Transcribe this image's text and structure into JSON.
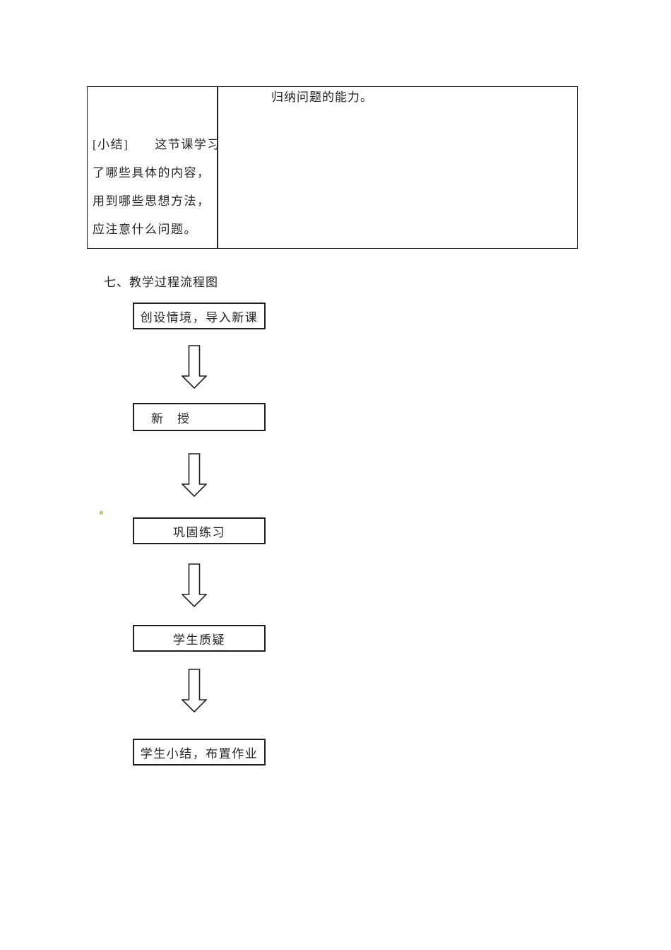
{
  "summary_table": {
    "left_cell": {
      "lines": [
        "[小结]　　这节课学习",
        "了哪些具体的内容，",
        "用到哪些思想方法，",
        "应注意什么问题。"
      ]
    },
    "right_cell": {
      "text": "归纳问题的能力。"
    }
  },
  "section": {
    "heading": "七、教学过程流程图"
  },
  "flowchart": {
    "steps": [
      {
        "label": "创设情境，导入新课"
      },
      {
        "label": "新　授"
      },
      {
        "label": "巩固练习"
      },
      {
        "label": "学生质疑"
      },
      {
        "label": "学生小结，布置作业"
      }
    ],
    "connector_icon": "down-block-arrow-icon"
  },
  "colors": {
    "text": "#262626",
    "border": "#1f1f1f",
    "stray_dot": "#c9c96b"
  }
}
